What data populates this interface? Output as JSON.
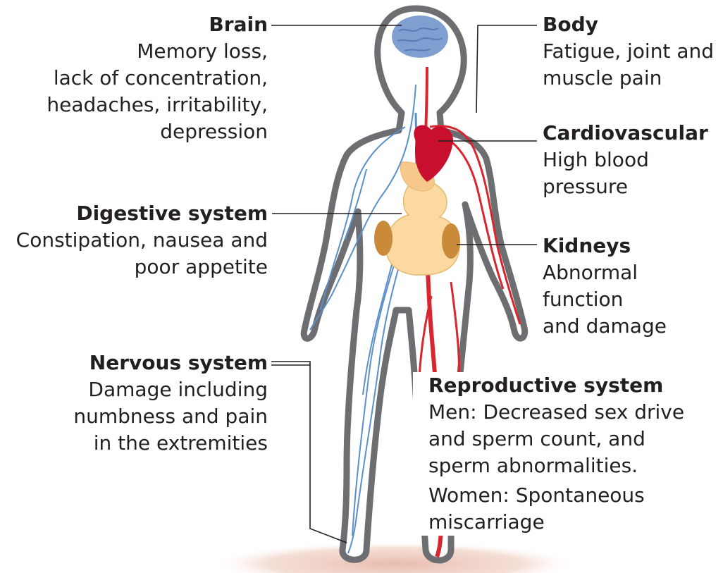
{
  "callouts": {
    "brain": {
      "title": "Brain",
      "lines": [
        "Memory loss,",
        "lack of concentration,",
        "headaches, irritability,",
        "depression"
      ]
    },
    "body": {
      "title": "Body",
      "lines": [
        "Fatigue, joint and",
        "muscle pain"
      ]
    },
    "cardiovascular": {
      "title": "Cardiovascular",
      "lines": [
        "High blood",
        "pressure"
      ]
    },
    "digestive": {
      "title": "Digestive system",
      "lines": [
        "Constipation, nausea and",
        "poor appetite"
      ]
    },
    "kidneys": {
      "title": "Kidneys",
      "lines": [
        "Abnormal",
        "function",
        "and damage"
      ]
    },
    "nervous": {
      "title": "Nervous system",
      "lines": [
        "Damage including",
        "numbness and pain",
        "in the extremities"
      ]
    },
    "reproductive": {
      "title": "Reproductive system",
      "men": [
        "Men: Decreased sex drive",
        "and sperm count, and",
        "sperm abnormalities."
      ],
      "women": [
        "Women: Spontaneous",
        "miscarriage"
      ]
    }
  },
  "colors": {
    "text": "#231f20",
    "leader_line": "#231f20",
    "body_outline": "#6d6e71",
    "body_fill": "#ffffff",
    "nerves": "#5b8fc9",
    "arteries": "#d9262e",
    "brain": "#7f9fd1",
    "heart": "#c8102e",
    "digestive": "#fbd9a0",
    "kidneys": "#c98a3a",
    "floor_shadow": "#e7b9a8"
  }
}
